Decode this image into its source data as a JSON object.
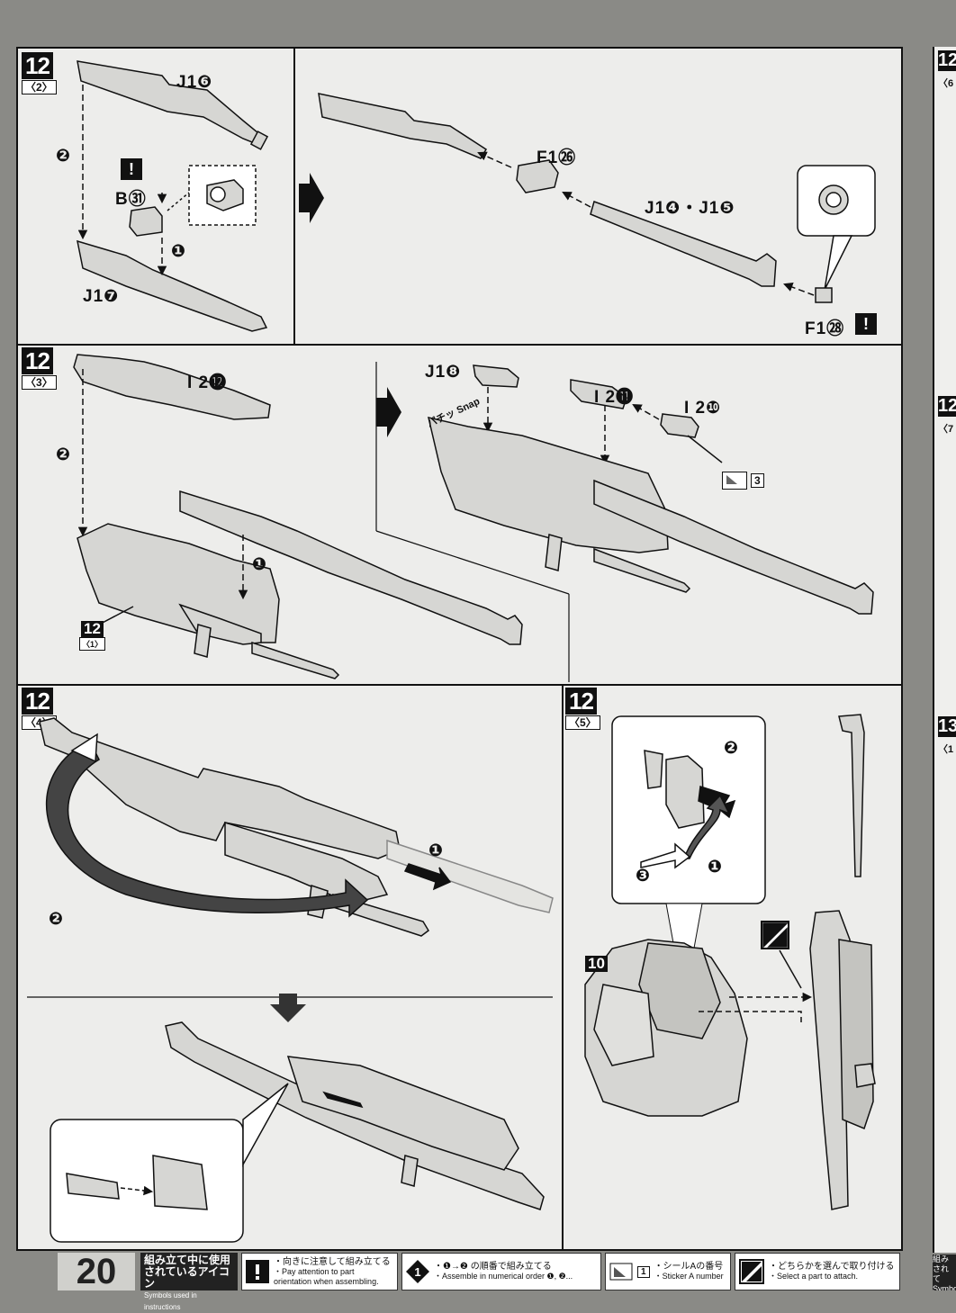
{
  "page_number": "20",
  "steps": [
    {
      "num": "12",
      "sub": "〈2〉"
    },
    {
      "num": "12",
      "sub": "〈3〉"
    },
    {
      "num": "12",
      "sub": "〈4〉"
    },
    {
      "num": "12",
      "sub": "〈5〉"
    }
  ],
  "panel_2": {
    "labels": {
      "j16": "J1❻",
      "b31": "B㉛",
      "j17": "J1❼",
      "f126": "F1㉖",
      "j14_15": "J1❹・J1❺",
      "f128": "F1㉘"
    },
    "order": [
      "❷",
      "❶"
    ],
    "caution": "!"
  },
  "panel_3": {
    "labels": {
      "i212": "I 2⓬",
      "j18": "J1❽",
      "i211": "I 2⓫",
      "i210": "I 2❿"
    },
    "order": [
      "❷",
      "❶"
    ],
    "snap": "パチッ Snap",
    "sticker_number": "3",
    "ref": {
      "num": "12",
      "sub": "〈1〉"
    }
  },
  "panel_4": {
    "order": [
      "❶",
      "❷"
    ]
  },
  "panel_5": {
    "order": [
      "❷",
      "❸",
      "❶"
    ],
    "ref": {
      "num": "10"
    }
  },
  "legend": {
    "title_jp": "組み立て中に使用されているアイコン",
    "title_en": "Symbols used in instructions",
    "items": [
      {
        "jp": "・向きに注意して組み立てる",
        "en": "・Pay attention to part orientation when assembling."
      },
      {
        "jp": "・❶→❷ の順番で組み立てる",
        "en": "・Assemble in numerical order ❶, ❷..."
      },
      {
        "jp": "・シールAの番号",
        "en": "・Sticker A number",
        "icon_num": "1"
      },
      {
        "jp": "・どちらかを選んで取り付ける",
        "en": "・Select a part to attach."
      }
    ]
  },
  "right_edge": {
    "steps": [
      "12",
      "12",
      "13"
    ],
    "subs": [
      "〈6",
      "〈7",
      "〈1"
    ],
    "footer": "組み されて Symbo"
  }
}
